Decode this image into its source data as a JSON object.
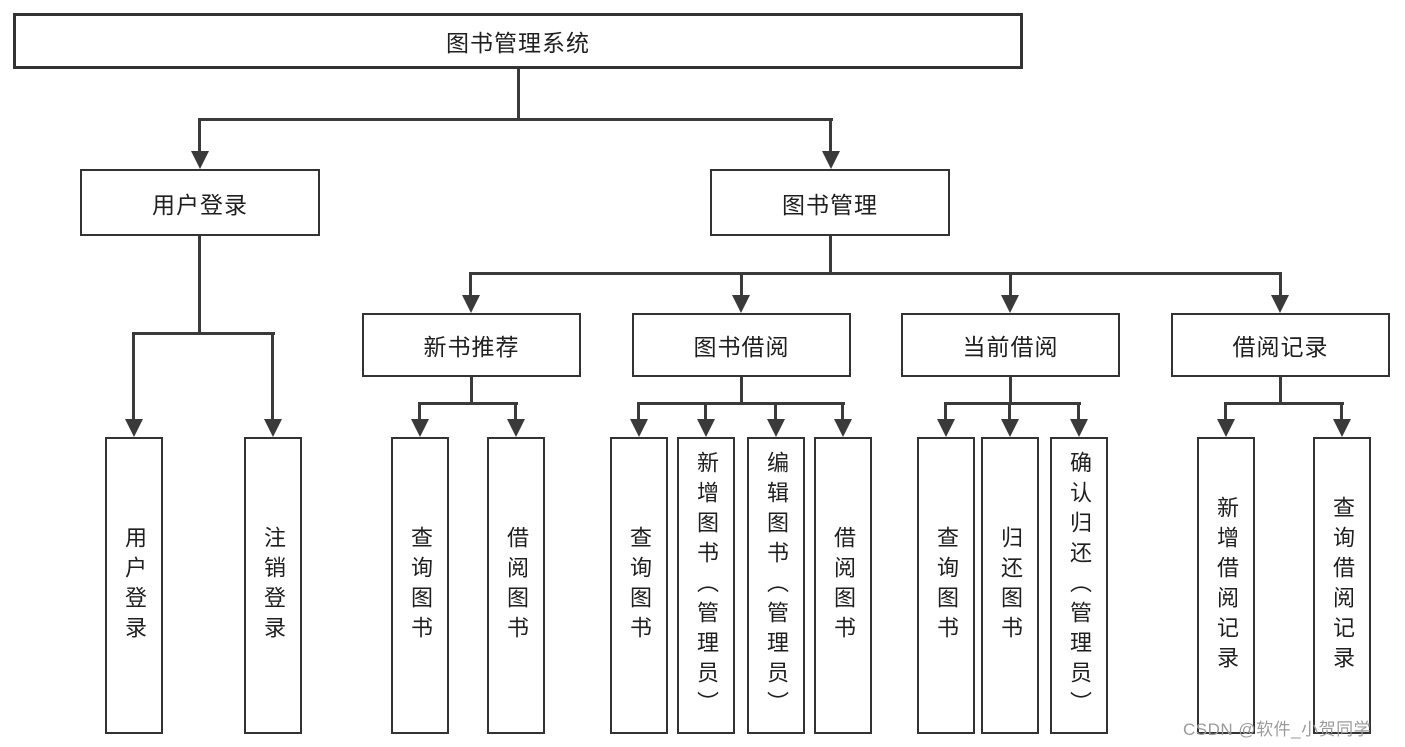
{
  "colors": {
    "line": "#3a3a3a",
    "box_border": "#333333",
    "text": "#1f1f1f",
    "watermark": "#9b9b9b",
    "background": "#ffffff"
  },
  "tree": {
    "label": "图书管理系统",
    "children": [
      {
        "label": "用户登录",
        "children": [
          {
            "label": "用户登录"
          },
          {
            "label": "注销登录"
          }
        ]
      },
      {
        "label": "图书管理",
        "children": [
          {
            "label": "新书推荐",
            "children": [
              {
                "label": "查询图书"
              },
              {
                "label": "借阅图书"
              }
            ]
          },
          {
            "label": "图书借阅",
            "children": [
              {
                "label": "查询图书"
              },
              {
                "label": "新增图书（管理员）"
              },
              {
                "label": "编辑图书（管理员）"
              },
              {
                "label": "借阅图书"
              }
            ]
          },
          {
            "label": "当前借阅",
            "children": [
              {
                "label": "查询图书"
              },
              {
                "label": "归还图书"
              },
              {
                "label": "确认归还（管理员）"
              }
            ]
          },
          {
            "label": "借阅记录",
            "children": [
              {
                "label": "新增借阅记录"
              },
              {
                "label": "查询借阅记录"
              }
            ]
          }
        ]
      }
    ]
  },
  "watermark": {
    "text": "CSDN @软件_小贺同学"
  }
}
